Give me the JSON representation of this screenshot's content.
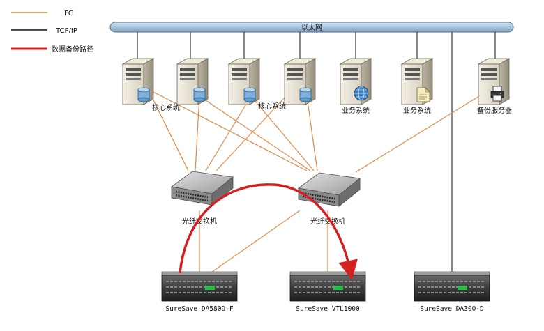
{
  "legend": {
    "fc_label": "FC",
    "tcpip_label": "TCP/IP",
    "backup_path_label": "数据备份路径",
    "fc_color": "#e08a4a",
    "tcpip_color": "#111111",
    "backup_path_color": "#d42020"
  },
  "ethernet": {
    "label": "以太网",
    "color": "#a9c4dc"
  },
  "servers": [
    {
      "label": "核心系统",
      "badge": "disk-icon"
    },
    {
      "label": "",
      "badge": "disk-icon"
    },
    {
      "label": "核心系统",
      "badge": "disk-icon"
    },
    {
      "label": "",
      "badge": "disk-icon"
    },
    {
      "label": "业务系统",
      "badge": "globe-icon"
    },
    {
      "label": "业务系统",
      "badge": "document-icon"
    },
    {
      "label": "备份服务器",
      "badge": "printer-icon"
    }
  ],
  "switches": [
    {
      "label": "光纤交换机"
    },
    {
      "label": "光纤交换机"
    }
  ],
  "storage": [
    {
      "label": "SureSave DA580D-F"
    },
    {
      "label": "SureSave VTL1000"
    },
    {
      "label": "SureSave DA300-D"
    }
  ]
}
